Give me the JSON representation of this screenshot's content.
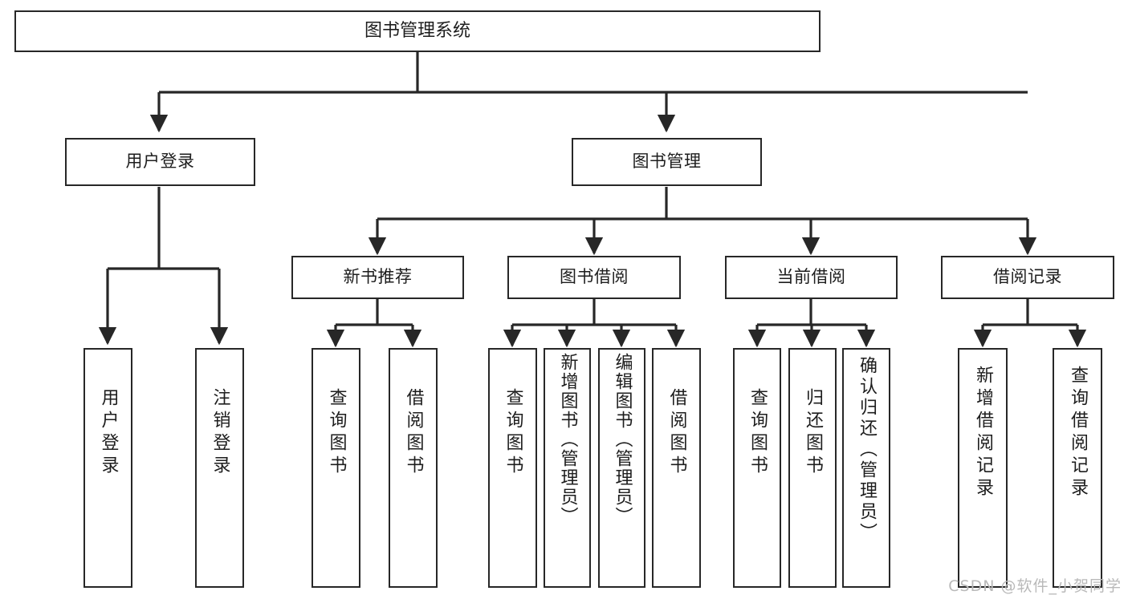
{
  "diagram": {
    "title": "图书管理系统",
    "watermark": "CSDN @软件_小贺同学",
    "type": "tree",
    "colors": {
      "stroke": "#272727",
      "fill": "#ffffff",
      "text": "#1d1d1d",
      "watermark": "#b9b9b9"
    },
    "levels": {
      "root": [
        "图书管理系统"
      ],
      "level2": [
        "用户登录",
        "图书管理"
      ],
      "level3": [
        "新书推荐",
        "图书借阅",
        "当前借阅",
        "借阅记录"
      ],
      "leaves": [
        "用户登录",
        "注销登录",
        "查询图书",
        "借阅图书",
        "查询图书",
        "新增图书（管理员）",
        "编辑图书（管理员）",
        "借阅图书",
        "查询图书",
        "归还图书",
        "确认归还（管理员）",
        "新增借阅记录",
        "查询借阅记录"
      ]
    },
    "nodes": {
      "root": {
        "label": "图书管理系统"
      },
      "user_login": {
        "label": "用户登录"
      },
      "book_manage": {
        "label": "图书管理"
      },
      "new_book_rec": {
        "label": "新书推荐"
      },
      "book_borrow": {
        "label": "图书借阅"
      },
      "current_borrow": {
        "label": "当前借阅"
      },
      "borrow_record": {
        "label": "借阅记录"
      },
      "leaf_user_login": {
        "label": "用户登录"
      },
      "leaf_logout": {
        "label": "注销登录"
      },
      "leaf_query_book_1": {
        "label": "查询图书"
      },
      "leaf_borrow_book_1": {
        "label": "借阅图书"
      },
      "leaf_query_book_2": {
        "label": "查询图书"
      },
      "leaf_add_book": {
        "label": "新增图书（管理员）"
      },
      "leaf_edit_book": {
        "label": "编辑图书（管理员）"
      },
      "leaf_borrow_book_2": {
        "label": "借阅图书"
      },
      "leaf_query_book_3": {
        "label": "查询图书"
      },
      "leaf_return_book": {
        "label": "归还图书"
      },
      "leaf_confirm_return": {
        "label": "确认归还（管理员）"
      },
      "leaf_add_record": {
        "label": "新增借阅记录"
      },
      "leaf_query_record": {
        "label": "查询借阅记录"
      }
    }
  }
}
